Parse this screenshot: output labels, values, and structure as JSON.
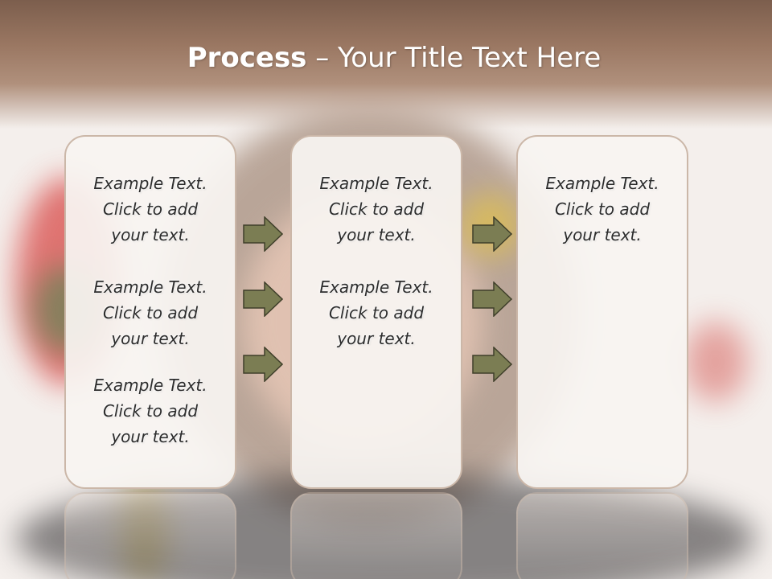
{
  "slide": {
    "title_bold": "Process",
    "title_rest": " – Your Title Text Here"
  },
  "columns": [
    {
      "items": [
        {
          "line1": "Example Text.",
          "line2": "Click  to add",
          "line3": "your text."
        },
        {
          "line1": "Example Text.",
          "line2": "Click  to add",
          "line3": "your text."
        },
        {
          "line1": "Example Text.",
          "line2": "Click  to add",
          "line3": "your text."
        }
      ]
    },
    {
      "items": [
        {
          "line1": "Example Text.",
          "line2": "Click  to add",
          "line3": "your text."
        },
        {
          "line1": "Example Text.",
          "line2": "Click  to add",
          "line3": "your text."
        }
      ]
    },
    {
      "items": [
        {
          "line1": "Example Text.",
          "line2": "Click  to add",
          "line3": "your text."
        }
      ]
    }
  ],
  "icons": {
    "arrow": "right-arrow-icon"
  },
  "colors": {
    "arrow_fill": "#7b7d53",
    "arrow_stroke": "#3f3f2a",
    "panel_border": "#cbb7a8",
    "title_band": "#8a6a56"
  }
}
